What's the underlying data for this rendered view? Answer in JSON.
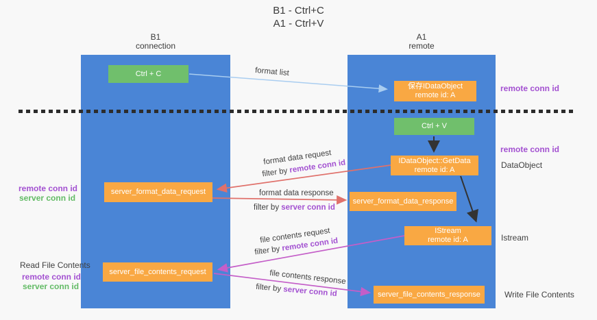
{
  "title": {
    "line1": "B1 - Ctrl+C",
    "line2": "A1 - Ctrl+V"
  },
  "columns": {
    "left": {
      "name": "B1",
      "role": "connection"
    },
    "right": {
      "name": "A1",
      "role": "remote"
    }
  },
  "nodes": {
    "ctrl_c": {
      "label": "Ctrl + C"
    },
    "ctrl_v": {
      "label": "Ctrl + V"
    },
    "save_dataobject": {
      "line1": "保存IDataObject",
      "line2": "remote id: A"
    },
    "getdata": {
      "line1": "IDataObject::GetData",
      "line2": "remote id: A"
    },
    "istream": {
      "line1": "IStream",
      "line2": "remote id: A"
    },
    "server_format_data_request": {
      "label": "server_format_data_request"
    },
    "server_format_data_response": {
      "label": "server_format_data_response"
    },
    "server_file_contents_request": {
      "label": "server_file_contents_request"
    },
    "server_file_contents_response": {
      "label": "server_file_contents_response"
    }
  },
  "edge_labels": {
    "format_list": "format list",
    "format_data_request": {
      "text": "format data request",
      "filter_prefix": "filter by ",
      "filter_key": "remote conn id"
    },
    "format_data_response": {
      "text": "format data response",
      "filter_prefix": "filter by ",
      "filter_key": "server conn id"
    },
    "file_contents_request": {
      "text": "file contents request",
      "filter_prefix": "filter by ",
      "filter_key": "remote conn id"
    },
    "file_contents_response": {
      "text": "file contents response",
      "filter_prefix": "filter by ",
      "filter_key": "server conn id"
    }
  },
  "side_labels": {
    "right_remote_conn_id_top": "remote conn id",
    "right_remote_conn_id_mid": "remote conn id",
    "right_dataobject": "DataObject",
    "right_istream": "Istream",
    "right_write_file_contents": "Write File Contents",
    "left_remote_conn_id_mid": "remote conn id",
    "left_server_conn_id_mid": "server conn id",
    "left_read_file_contents": "Read File Contents",
    "left_remote_conn_id_bottom": "remote conn id",
    "left_server_conn_id_bottom": "server conn id"
  },
  "colors": {
    "column_blue": "#4a85d6",
    "node_green": "#70bf6c",
    "node_orange": "#f9a843",
    "arrow_salmon": "#e0716b",
    "arrow_magenta": "#c45ec8",
    "arrow_lightblue": "#a9cdf0",
    "arrow_black": "#333333",
    "text_purple": "#a351d1",
    "text_green": "#63bb66",
    "text_dark": "#3f3f3f",
    "background": "#f8f8f8"
  }
}
